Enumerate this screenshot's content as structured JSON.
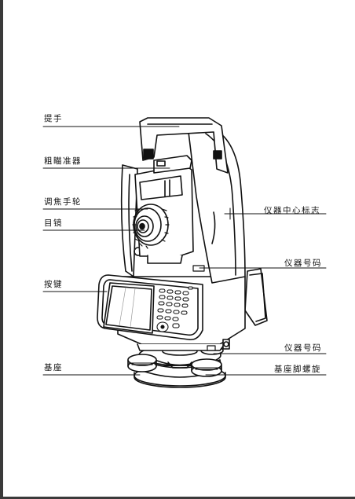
{
  "callouts": {
    "handle": "提手",
    "sight": "粗瞄准器",
    "focus": "调焦手轮",
    "eyepiece": "目镜",
    "keys": "按键",
    "base": "基座",
    "center_mark": "仪器中心标志",
    "serial_1": "仪器号码",
    "serial_2": "仪器号码",
    "foot_screw": "基座脚螺旋"
  },
  "colors": {
    "ink": "#111111",
    "frame": "#3a3a3a"
  }
}
